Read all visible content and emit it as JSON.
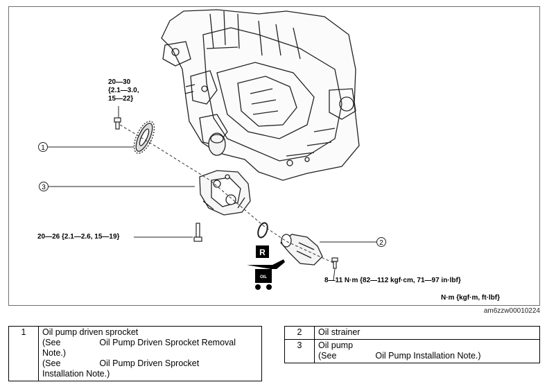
{
  "callouts": [
    {
      "id": "1",
      "label": "1"
    },
    {
      "id": "2",
      "label": "2"
    },
    {
      "id": "3",
      "label": "3"
    }
  ],
  "torque_specs": {
    "sprocket_bolt": [
      "20—30",
      "{2.1—3.0,",
      "15—22}"
    ],
    "pump_bolt": "20—26 {2.1—2.6, 15—19}",
    "strainer_bolt": "8—11 N·m {82—112 kgf·cm, 71—97 in·lbf}"
  },
  "unit_note": "N·m {kgf·m, ft·lbf}",
  "symbols": {
    "replace": "R",
    "oil": "OIL"
  },
  "image_id": "am6zzw00010224",
  "parts_left": [
    {
      "num": "1",
      "lines": [
        "Oil pump driven sprocket",
        "(See",
        "Oil Pump Driven Sprocket Removal",
        "Note.)",
        "(See",
        "Oil Pump Driven Sprocket",
        "Installation Note.)"
      ]
    }
  ],
  "parts_right": [
    {
      "num": "2",
      "lines": [
        "Oil strainer"
      ]
    },
    {
      "num": "3",
      "lines": [
        "Oil pump",
        "(See",
        "Oil Pump Installation Note.)"
      ]
    }
  ]
}
